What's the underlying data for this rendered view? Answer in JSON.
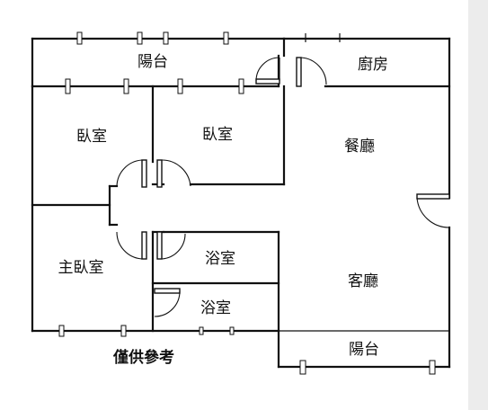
{
  "rooms": {
    "balcony_top": "陽台",
    "kitchen": "廚房",
    "bedroom_1": "臥室",
    "bedroom_2": "臥室",
    "dining": "餐廳",
    "master_bedroom": "主臥室",
    "bathroom_1": "浴室",
    "bathroom_2": "浴室",
    "living": "客廳",
    "balcony_bottom": "陽台"
  },
  "note": "僅供參考",
  "colors": {
    "line": "#111111",
    "background": "#ffffff",
    "side_strip": "#ececec"
  }
}
